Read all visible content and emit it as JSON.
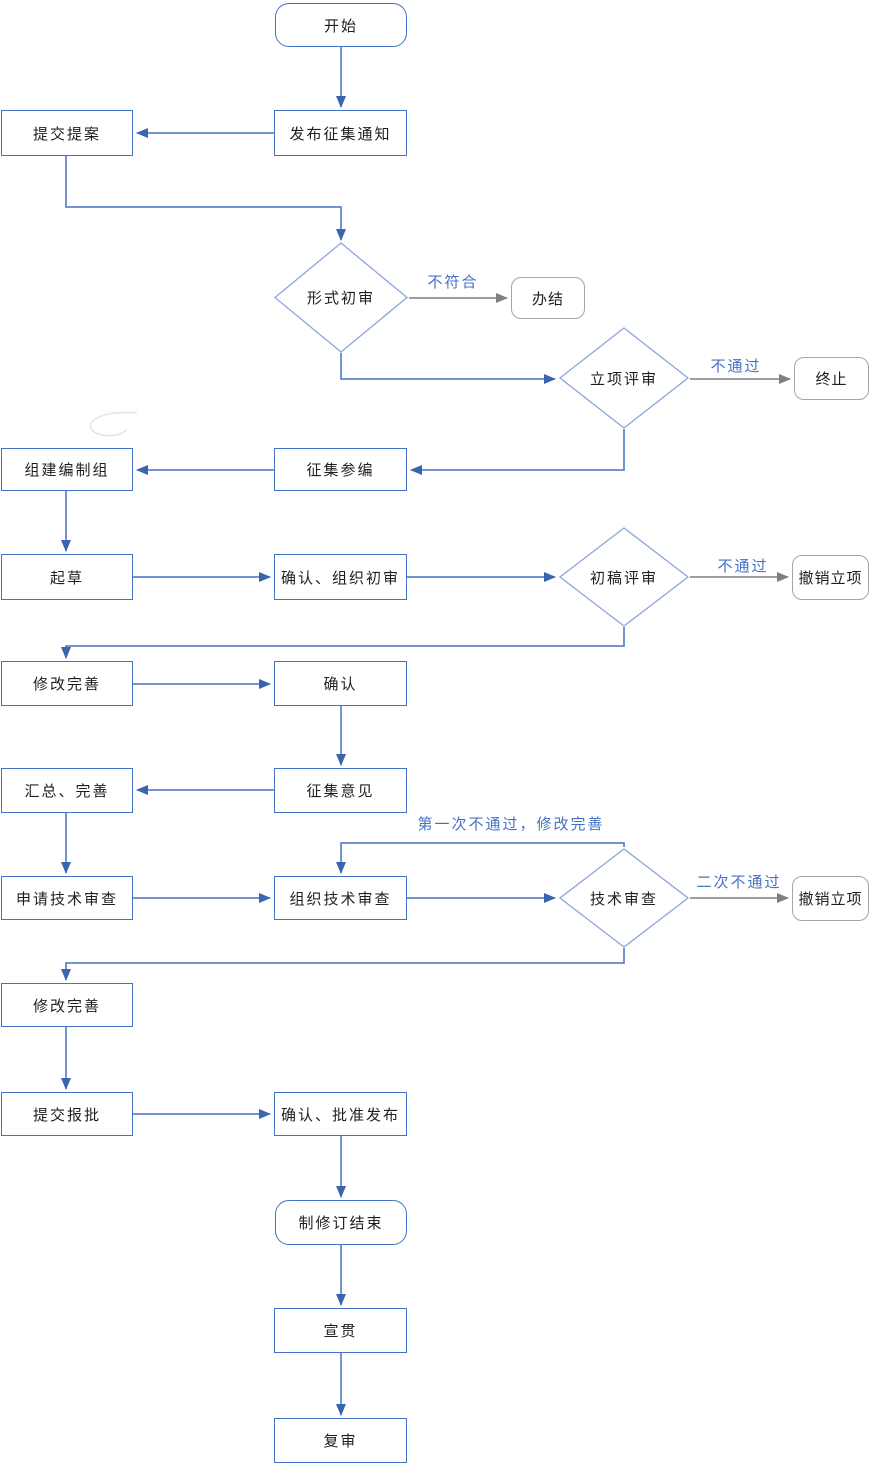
{
  "colors": {
    "process_border": "#4472C4",
    "decision_border": "#8FAADC",
    "terminal_border": "#A6A6A6",
    "connector_blue": "#4472C4",
    "connector_gray": "#7F7F7F",
    "edge_label_text": "#4472C4",
    "node_text": "#1f1f1f",
    "background": "#FFFFFF"
  },
  "nodes": [
    {
      "id": "start",
      "shape": "rounded",
      "label": "开始"
    },
    {
      "id": "publish-notice",
      "shape": "process",
      "label": "发布征集通知"
    },
    {
      "id": "submit-proposal",
      "shape": "process",
      "label": "提交提案"
    },
    {
      "id": "formal-review",
      "shape": "decision",
      "label": "形式初审"
    },
    {
      "id": "close-case",
      "shape": "terminal",
      "label": "办结"
    },
    {
      "id": "project-approval-review",
      "shape": "decision",
      "label": "立项评审"
    },
    {
      "id": "terminate",
      "shape": "terminal",
      "label": "终止"
    },
    {
      "id": "collect-participants",
      "shape": "process",
      "label": "征集参编"
    },
    {
      "id": "form-drafting-group",
      "shape": "process",
      "label": "组建编制组"
    },
    {
      "id": "draft",
      "shape": "process",
      "label": "起草"
    },
    {
      "id": "confirm-organize-initial-review",
      "shape": "process",
      "label": "确认、组织初审"
    },
    {
      "id": "first-draft-review",
      "shape": "decision",
      "label": "初稿评审"
    },
    {
      "id": "revoke-project-1",
      "shape": "terminal",
      "label": "撤销立项"
    },
    {
      "id": "revise-improve-1",
      "shape": "process",
      "label": "修改完善"
    },
    {
      "id": "confirm",
      "shape": "process",
      "label": "确认"
    },
    {
      "id": "solicit-opinions",
      "shape": "process",
      "label": "征集意见"
    },
    {
      "id": "summarize-improve",
      "shape": "process",
      "label": "汇总、完善"
    },
    {
      "id": "apply-technical-review",
      "shape": "process",
      "label": "申请技术审查"
    },
    {
      "id": "organize-technical-review",
      "shape": "process",
      "label": "组织技术审查"
    },
    {
      "id": "technical-review",
      "shape": "decision",
      "label": "技术审查"
    },
    {
      "id": "revoke-project-2",
      "shape": "terminal",
      "label": "撤销立项"
    },
    {
      "id": "revise-improve-2",
      "shape": "process",
      "label": "修改完善"
    },
    {
      "id": "submit-for-approval",
      "shape": "process",
      "label": "提交报批"
    },
    {
      "id": "confirm-approve-publish",
      "shape": "process",
      "label": "确认、批准发布"
    },
    {
      "id": "revision-end",
      "shape": "rounded",
      "label": "制修订结束"
    },
    {
      "id": "publicize",
      "shape": "process",
      "label": "宣贯"
    },
    {
      "id": "final-review",
      "shape": "process",
      "label": "复审"
    }
  ],
  "edge_labels": [
    {
      "id": "formal-review-fail",
      "text": "不符合"
    },
    {
      "id": "project-review-fail",
      "text": "不通过"
    },
    {
      "id": "first-draft-fail",
      "text": "不通过"
    },
    {
      "id": "technical-first-fail",
      "text": "第一次不通过，修改完善"
    },
    {
      "id": "technical-second-fail",
      "text": "二次不通过"
    }
  ]
}
